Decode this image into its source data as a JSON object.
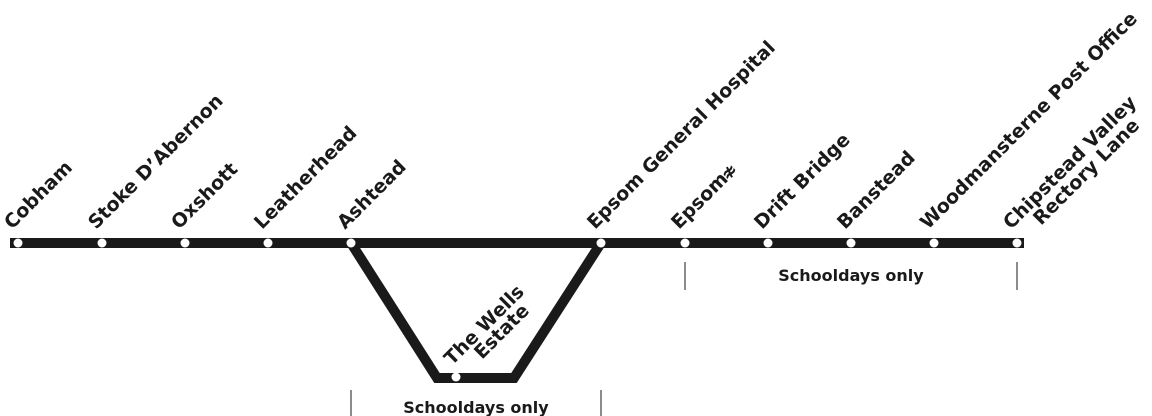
{
  "stops": [
    {
      "id": "cobham",
      "label": "Cobham"
    },
    {
      "id": "stoke",
      "label": "Stoke D’Abernon"
    },
    {
      "id": "oxshott",
      "label": "Oxshott"
    },
    {
      "id": "leatherhead",
      "label": "Leatherhead"
    },
    {
      "id": "ashtead",
      "label": "Ashtead"
    },
    {
      "id": "wells1",
      "label": "The Wells"
    },
    {
      "id": "wells2",
      "label": "Estate"
    },
    {
      "id": "epsom-general",
      "label": "Epsom General Hospital"
    },
    {
      "id": "epsom",
      "label": "Epsom",
      "rail_symbol": "≉"
    },
    {
      "id": "drift",
      "label": "Drift Bridge"
    },
    {
      "id": "banstead",
      "label": "Banstead"
    },
    {
      "id": "woodmansterne",
      "label": "Woodmansterne Post Office"
    },
    {
      "id": "chipstead1",
      "label": "Chipstead Valley"
    },
    {
      "id": "chipstead2",
      "label": "Rectory Lane"
    }
  ],
  "notes": {
    "loop": "Schooldays only",
    "east": "Schooldays only"
  },
  "colors": {
    "line": "#1a1a1a",
    "stop": "#ffffff"
  }
}
